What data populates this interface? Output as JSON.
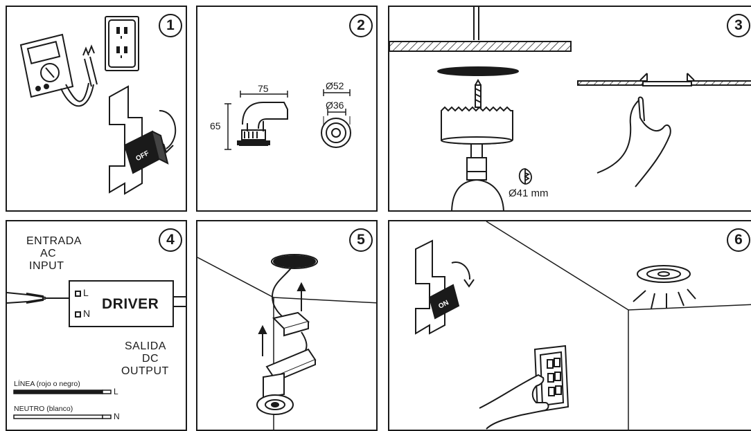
{
  "steps": [
    {
      "number": "1",
      "icons": [
        "multimeter-icon",
        "wall-outlet-icon",
        "switch-off-icon"
      ],
      "switch_label": "OFF"
    },
    {
      "number": "2",
      "width": "75",
      "height": "65",
      "outer_diameter": "Ø52",
      "inner_diameter": "Ø36"
    },
    {
      "number": "3",
      "hole_diameter": "Ø41 mm",
      "icons": [
        "hole-saw-icon",
        "drill-bit-icon",
        "hand-push-icon"
      ]
    },
    {
      "number": "4",
      "input_label_1": "ENTRADA",
      "input_label_2": "AC",
      "input_label_3": "INPUT",
      "driver_label": "DRIVER",
      "terminal_l": "L",
      "terminal_n": "N",
      "output_label_1": "SALIDA",
      "output_label_2": "DC",
      "output_label_3": "OUTPUT",
      "line_wire_label": "LÍNEA (rojo o negro)",
      "line_wire_code": "L",
      "neutral_wire_label": "NEUTRO (blanco)",
      "neutral_wire_code": "N"
    },
    {
      "number": "5",
      "icons": [
        "ceiling-hole-icon",
        "driver-box-icon",
        "downlight-icon",
        "arrow-up-icon"
      ]
    },
    {
      "number": "6",
      "switch_label": "ON",
      "icons": [
        "ceiling-light-icon",
        "wall-switch-icon",
        "hand-press-icon"
      ]
    }
  ],
  "colors": {
    "line": "#1a1a1a",
    "background": "#ffffff"
  }
}
